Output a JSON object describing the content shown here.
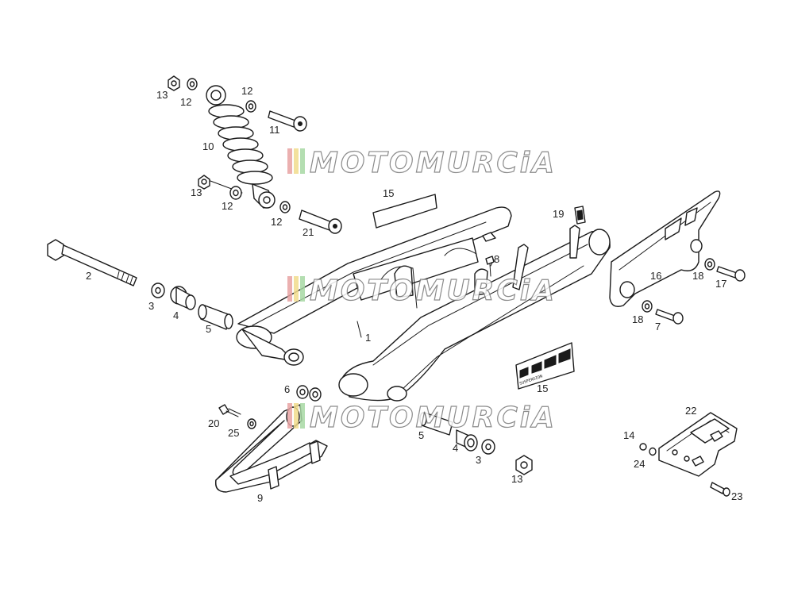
{
  "diagram": {
    "callouts": {
      "c1": "1",
      "c2": "2",
      "c3a": "3",
      "c3b": "3",
      "c4a": "4",
      "c4b": "4",
      "c5a": "5",
      "c5b": "5",
      "c6": "6",
      "c7": "7",
      "c8": "8",
      "c9": "9",
      "c10": "10",
      "c11": "11",
      "c12a": "12",
      "c12b": "12",
      "c12c": "12",
      "c12d": "12",
      "c13a": "13",
      "c13b": "13",
      "c13c": "13",
      "c14": "14",
      "c15a": "15",
      "c15b": "15",
      "c16": "16",
      "c17": "17",
      "c18a": "18",
      "c18b": "18",
      "c19": "19",
      "c20": "20",
      "c21": "21",
      "c22": "22",
      "c23": "23",
      "c24": "24",
      "c25": "25"
    }
  },
  "watermark": {
    "text": "MOTOMURCiA",
    "stripe_colors": [
      "#e8a3a3",
      "#f2dc8c",
      "#a8d9a4"
    ]
  }
}
